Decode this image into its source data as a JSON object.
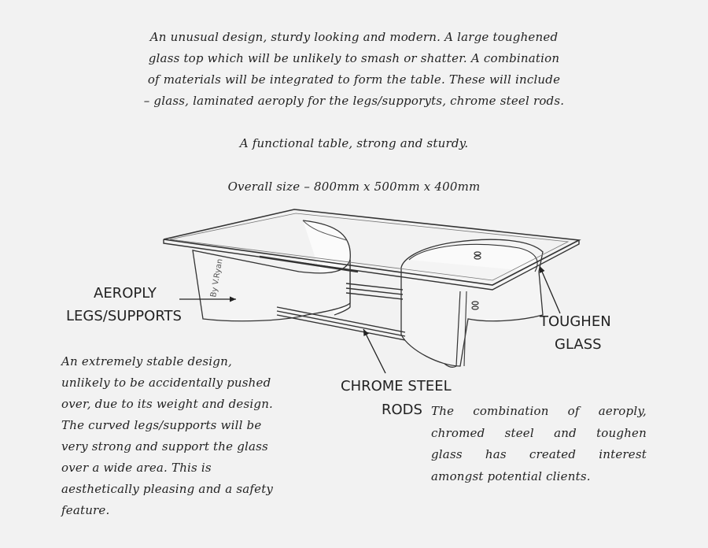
{
  "intro": {
    "lines": [
      "An unusual design, sturdy looking and modern. A large toughened",
      "glass top which will be unlikely to smash or shatter. A combination",
      "of materials will be integrated to form the table. These will include",
      "– glass, laminated aeroply for the legs/supporyts, chrome steel rods."
    ]
  },
  "functional": "A functional table, strong and sturdy.",
  "size": "Overall size – 800mm x 500mm x 400mm",
  "labels": {
    "aeroply_line1": "AEROPLY",
    "aeroply_line2": "LEGS/SUPPORTS",
    "toughen_line1": "TOUGHEN",
    "toughen_line2": "GLASS",
    "chrome_line1": "CHROME STEEL",
    "chrome_line2": "RODS",
    "signature": "By V.Ryan"
  },
  "stability": {
    "lines": [
      "An extremely stable design,",
      "unlikely to be accidentally pushed",
      "over, due to its weight and design.",
      "The curved legs/supports will be",
      "very strong and support the glass",
      "over a wide area. This is",
      "aesthetically pleasing and a safety",
      "feature."
    ]
  },
  "combination": {
    "lines": [
      [
        "The",
        "combination",
        "of",
        "aeroply,"
      ],
      [
        "chromed",
        "steel",
        "and",
        "toughen"
      ],
      [
        "glass",
        "has",
        "created",
        "interest"
      ],
      [
        "amongst potential clients."
      ]
    ]
  }
}
